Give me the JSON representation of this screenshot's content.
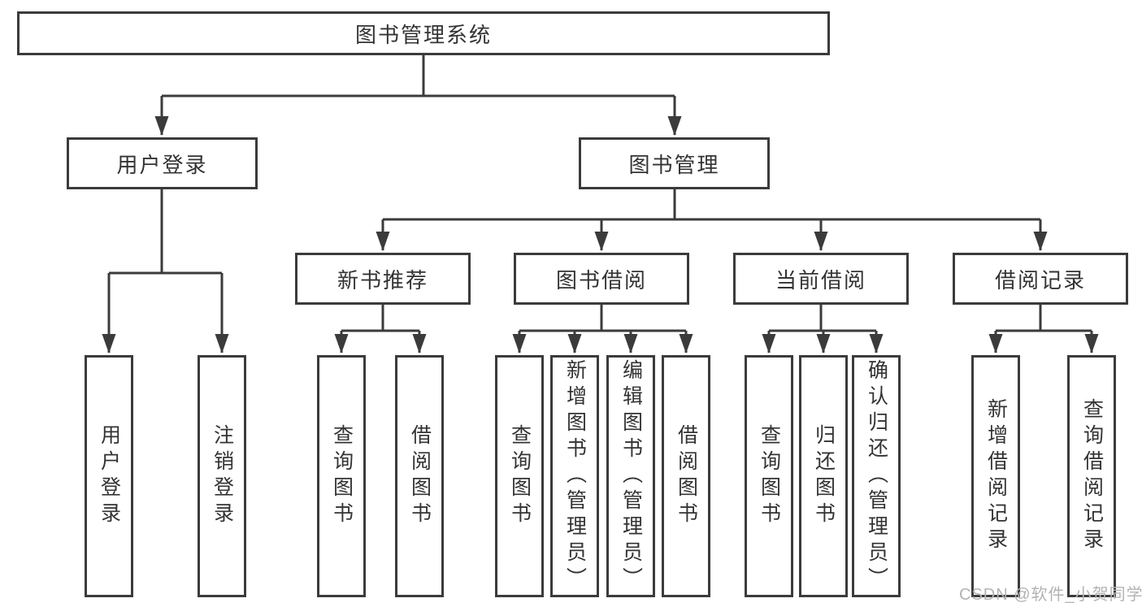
{
  "diagram": {
    "root": {
      "label": "图书管理系统",
      "children": [
        {
          "label": "用户登录",
          "children": [
            {
              "label": "用户登录"
            },
            {
              "label": "注销登录"
            }
          ]
        },
        {
          "label": "图书管理",
          "children": [
            {
              "label": "新书推荐",
              "children": [
                {
                  "label": "查询图书"
                },
                {
                  "label": "借阅图书"
                }
              ]
            },
            {
              "label": "图书借阅",
              "children": [
                {
                  "label": "查询图书"
                },
                {
                  "label": "新增图书（管理员）"
                },
                {
                  "label": "编辑图书（管理员）"
                },
                {
                  "label": "借阅图书"
                }
              ]
            },
            {
              "label": "当前借阅",
              "children": [
                {
                  "label": "查询图书"
                },
                {
                  "label": "归还图书"
                },
                {
                  "label": "确认归还（管理员）"
                }
              ]
            },
            {
              "label": "借阅记录",
              "children": [
                {
                  "label": "新增借阅记录"
                },
                {
                  "label": "查询借阅记录"
                }
              ]
            }
          ]
        }
      ]
    }
  },
  "watermark": {
    "text": "CSDN @软件_小贺同学"
  },
  "colors": {
    "line": "#3b3b3b",
    "box_border": "#3b3b3b",
    "text": "#333333",
    "background": "#ffffff",
    "watermark": "#b3b3b3"
  }
}
